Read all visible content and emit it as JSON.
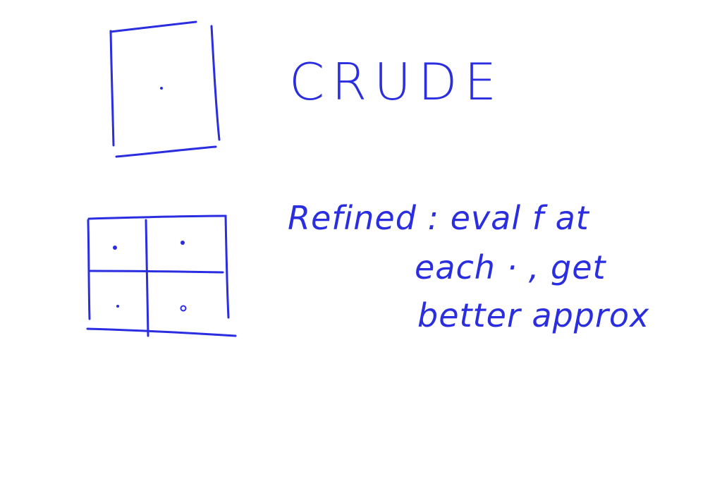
{
  "whiteboard": {
    "ink_color": "#2a2de0",
    "background_color": "#ffffff",
    "notes": {
      "crude_label": "CRUDE",
      "refined_line1": "Refined : eval f at",
      "refined_line2": "each · , get",
      "refined_line3": "better approx"
    }
  }
}
